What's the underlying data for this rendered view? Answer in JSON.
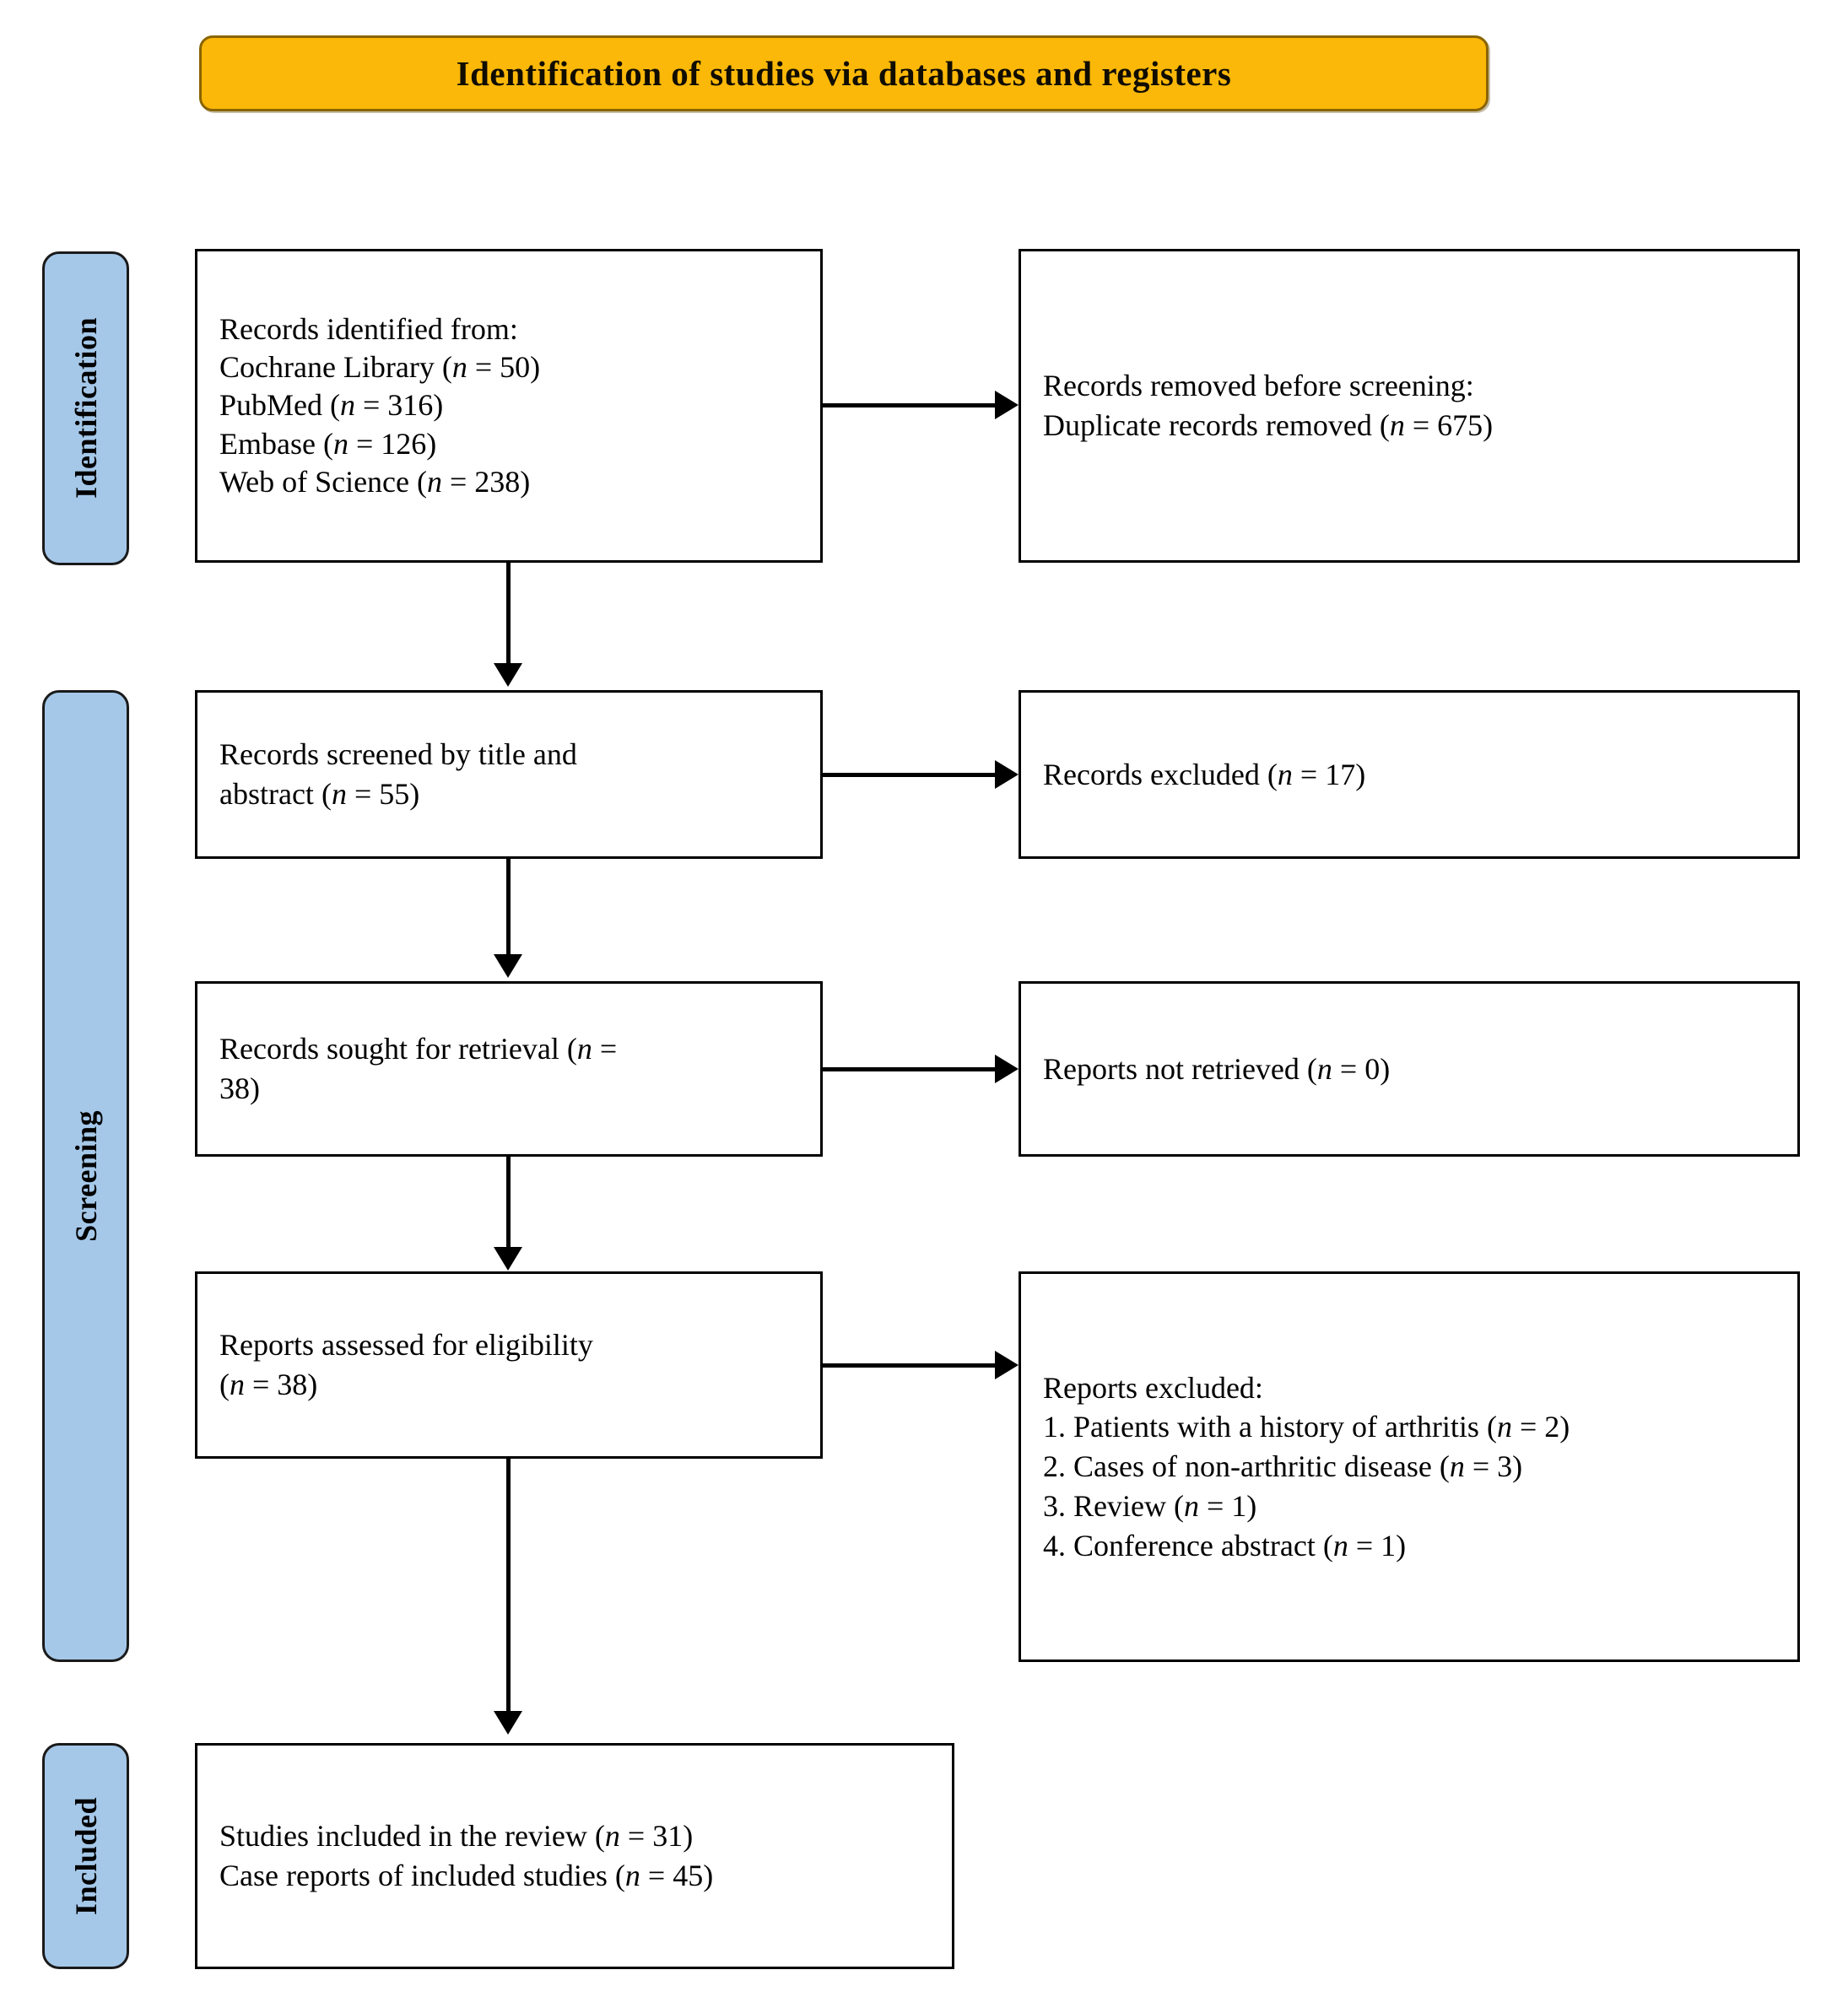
{
  "banner": {
    "title": "Identification of studies via databases and registers"
  },
  "stages": [
    {
      "key": "identification",
      "label": "Identification"
    },
    {
      "key": "screening",
      "label": "Screening"
    },
    {
      "key": "included",
      "label": "Included"
    }
  ],
  "boxes": {
    "identified": {
      "name": "records-identified-box",
      "lines": [
        "Records identified from:",
        "Cochrane Library (n = 50)",
        "PubMed (n = 316)",
        "Embase (n = 126)",
        "Web of Science (n = 238)"
      ],
      "line_0": "Records identified from:",
      "line_1": "Cochrane Library (n = 50)",
      "line_2": "PubMed (n = 316)",
      "line_3": "Embase (n = 126)",
      "line_4": "Web of Science (n = 238)"
    },
    "removed": {
      "name": "records-removed-box",
      "line_0": "Records removed before screening:",
      "line_1": "Duplicate records removed (n = 675)"
    },
    "screened": {
      "name": "records-screened-box",
      "line_0": "Records screened by title and",
      "line_1": "abstract (n = 55)"
    },
    "excluded": {
      "name": "records-excluded-box",
      "line_0": "Records excluded (n = 17)"
    },
    "sought": {
      "name": "records-sought-box",
      "line_0": "Records sought for retrieval (n =",
      "line_1": "38)"
    },
    "not_retrieved": {
      "name": "reports-not-retrieved-box",
      "line_0": "Reports not retrieved (n = 0)"
    },
    "assessed": {
      "name": "reports-assessed-box",
      "line_0": "Reports assessed for eligibility",
      "line_1": "(n = 38)"
    },
    "reports_excluded": {
      "name": "reports-excluded-box",
      "line_0": "Reports excluded:",
      "line_1": "1. Patients with a history of arthritis (n = 2)",
      "line_2": "2. Cases of non-arthritic disease (n = 3)",
      "line_3": "3. Review (n = 1)",
      "line_4": "4. Conference abstract (n = 1)"
    },
    "included": {
      "name": "studies-included-box",
      "line_0": "Studies included in the review (n = 31)",
      "line_1": "Case reports of included studies (n = 45)"
    }
  },
  "counts": {
    "cochrane_library": 50,
    "pubmed": 316,
    "embase": 126,
    "web_of_science": 238,
    "duplicates_removed": 675,
    "screened": 55,
    "excluded_title_abstract": 17,
    "sought_for_retrieval": 38,
    "not_retrieved": 0,
    "assessed_for_eligibility": 38,
    "excluded_history_arthritis": 2,
    "excluded_non_arthritic": 3,
    "excluded_review": 1,
    "excluded_conference_abstract": 1,
    "studies_included": 31,
    "case_reports_included": 45
  },
  "colors": {
    "banner_fill": "#FBB808",
    "banner_border": "#8a6400",
    "stage_fill": "#A5C8E9",
    "box_border": "#000000",
    "box_fill": "#FFFFFF",
    "text": "#000000"
  }
}
